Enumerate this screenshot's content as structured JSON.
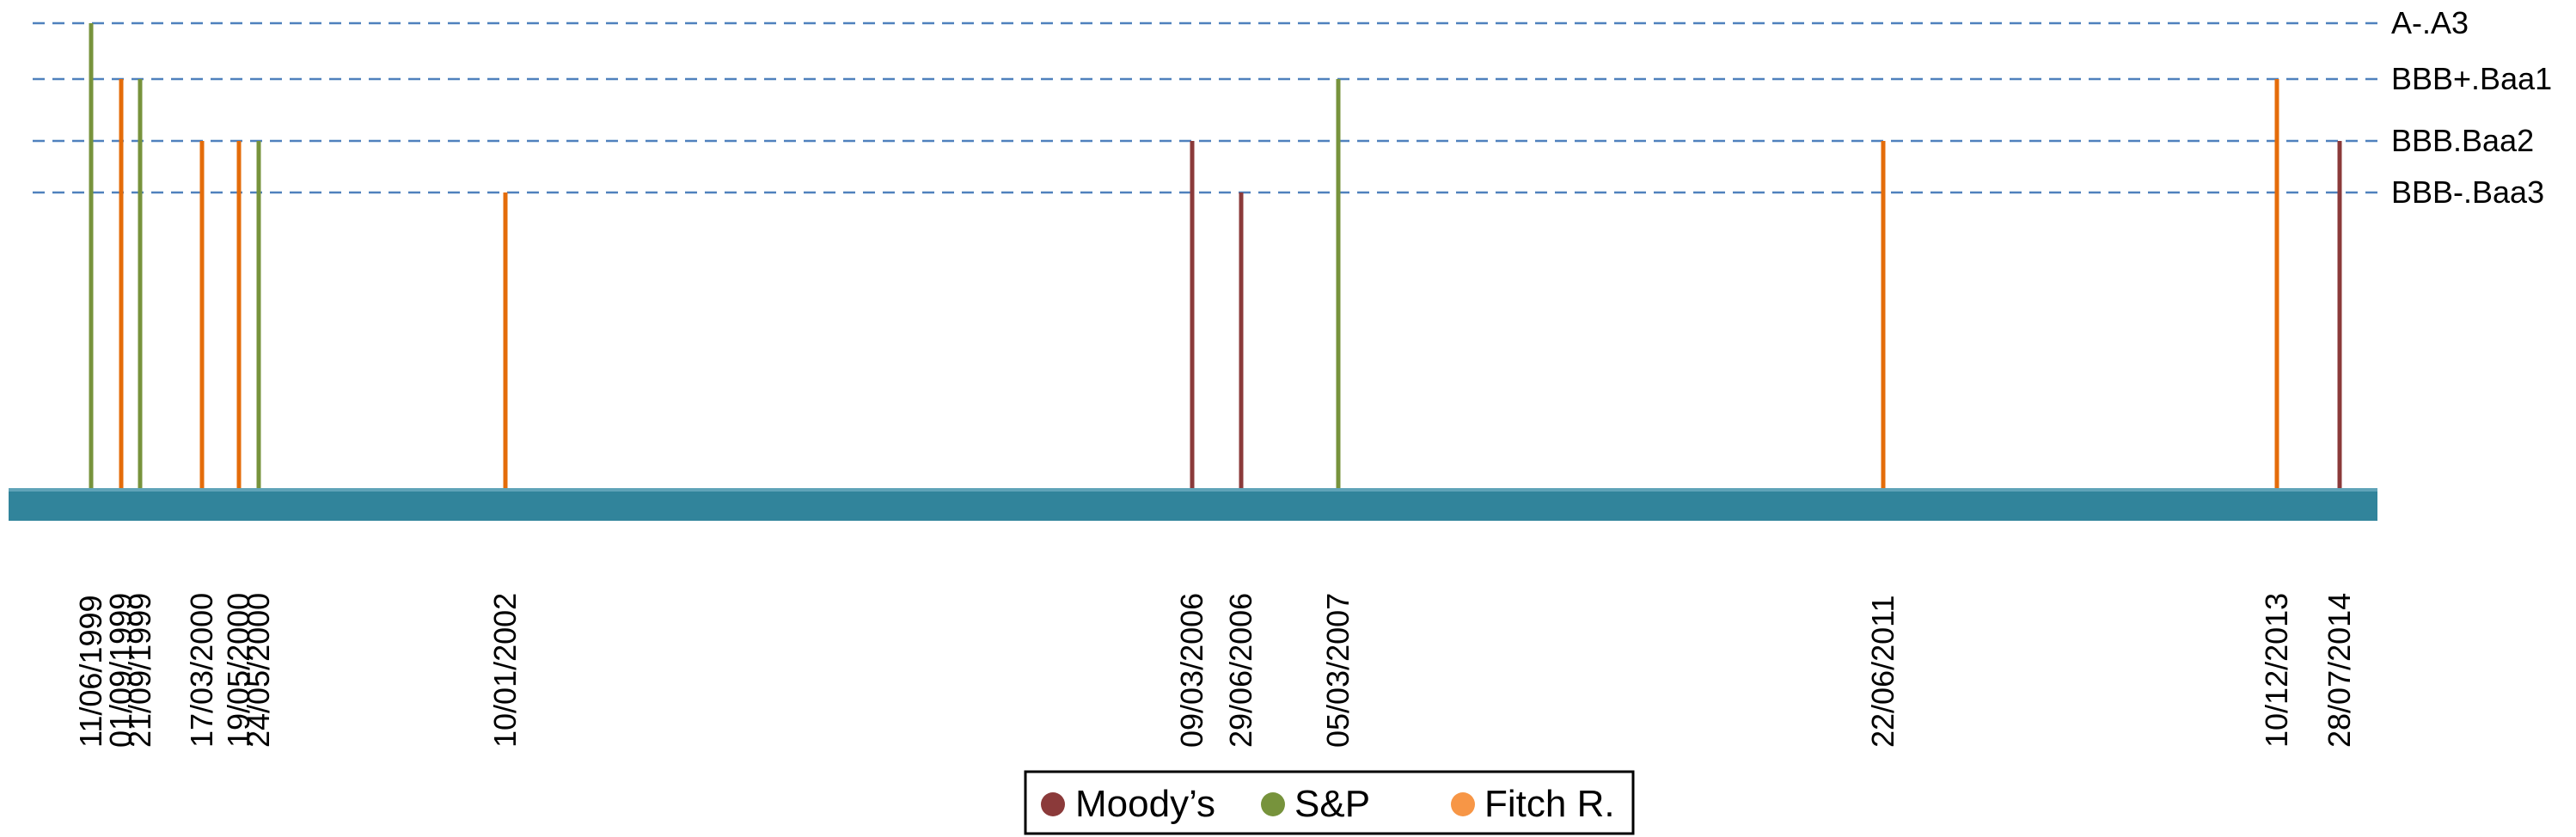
{
  "chart_data": {
    "type": "timeline",
    "title": "",
    "levels": [
      "BBB-.Baa3",
      "BBB.Baa2",
      "BBB+.Baa1",
      "A-.A3"
    ],
    "colors": {
      "Moody's": "#8B3A3A",
      "S&P": "#77933C",
      "Fitch R.": "#E46C0A",
      "timeline_bar": "#31849B",
      "guide_lines": "#4F81BD",
      "legend_fitch_dot": "#F79646"
    },
    "events": [
      {
        "date": "11/06/1999",
        "agency": "S&P",
        "rating": "A-.A3"
      },
      {
        "date": "01/09/1999",
        "agency": "Fitch R.",
        "rating": "BBB+.Baa1"
      },
      {
        "date": "21/09/1999",
        "agency": "S&P",
        "rating": "BBB+.Baa1"
      },
      {
        "date": "17/03/2000",
        "agency": "Fitch R.",
        "rating": "BBB.Baa2"
      },
      {
        "date": "19/05/2000",
        "agency": "Fitch R.",
        "rating": "BBB.Baa2"
      },
      {
        "date": "24/05/2000",
        "agency": "S&P",
        "rating": "BBB.Baa2"
      },
      {
        "date": "10/01/2002",
        "agency": "Fitch R.",
        "rating": "BBB-.Baa3"
      },
      {
        "date": "09/03/2006",
        "agency": "Moody's",
        "rating": "BBB.Baa2"
      },
      {
        "date": "29/06/2006",
        "agency": "Moody's",
        "rating": "BBB-.Baa3"
      },
      {
        "date": "05/03/2007",
        "agency": "S&P",
        "rating": "BBB+.Baa1"
      },
      {
        "date": "22/06/2011",
        "agency": "Fitch R.",
        "rating": "BBB.Baa2"
      },
      {
        "date": "10/12/2013",
        "agency": "Fitch R.",
        "rating": "BBB+.Baa1"
      },
      {
        "date": "28/07/2014",
        "agency": "Moody's",
        "rating": "BBB.Baa2"
      }
    ],
    "legend": [
      {
        "name": "Moody’s",
        "agency": "Moody's"
      },
      {
        "name": "S&P",
        "agency": "S&P"
      },
      {
        "name": "Fitch R.",
        "agency": "Fitch R."
      }
    ],
    "legend_position": "bottom-center",
    "grid": false
  }
}
